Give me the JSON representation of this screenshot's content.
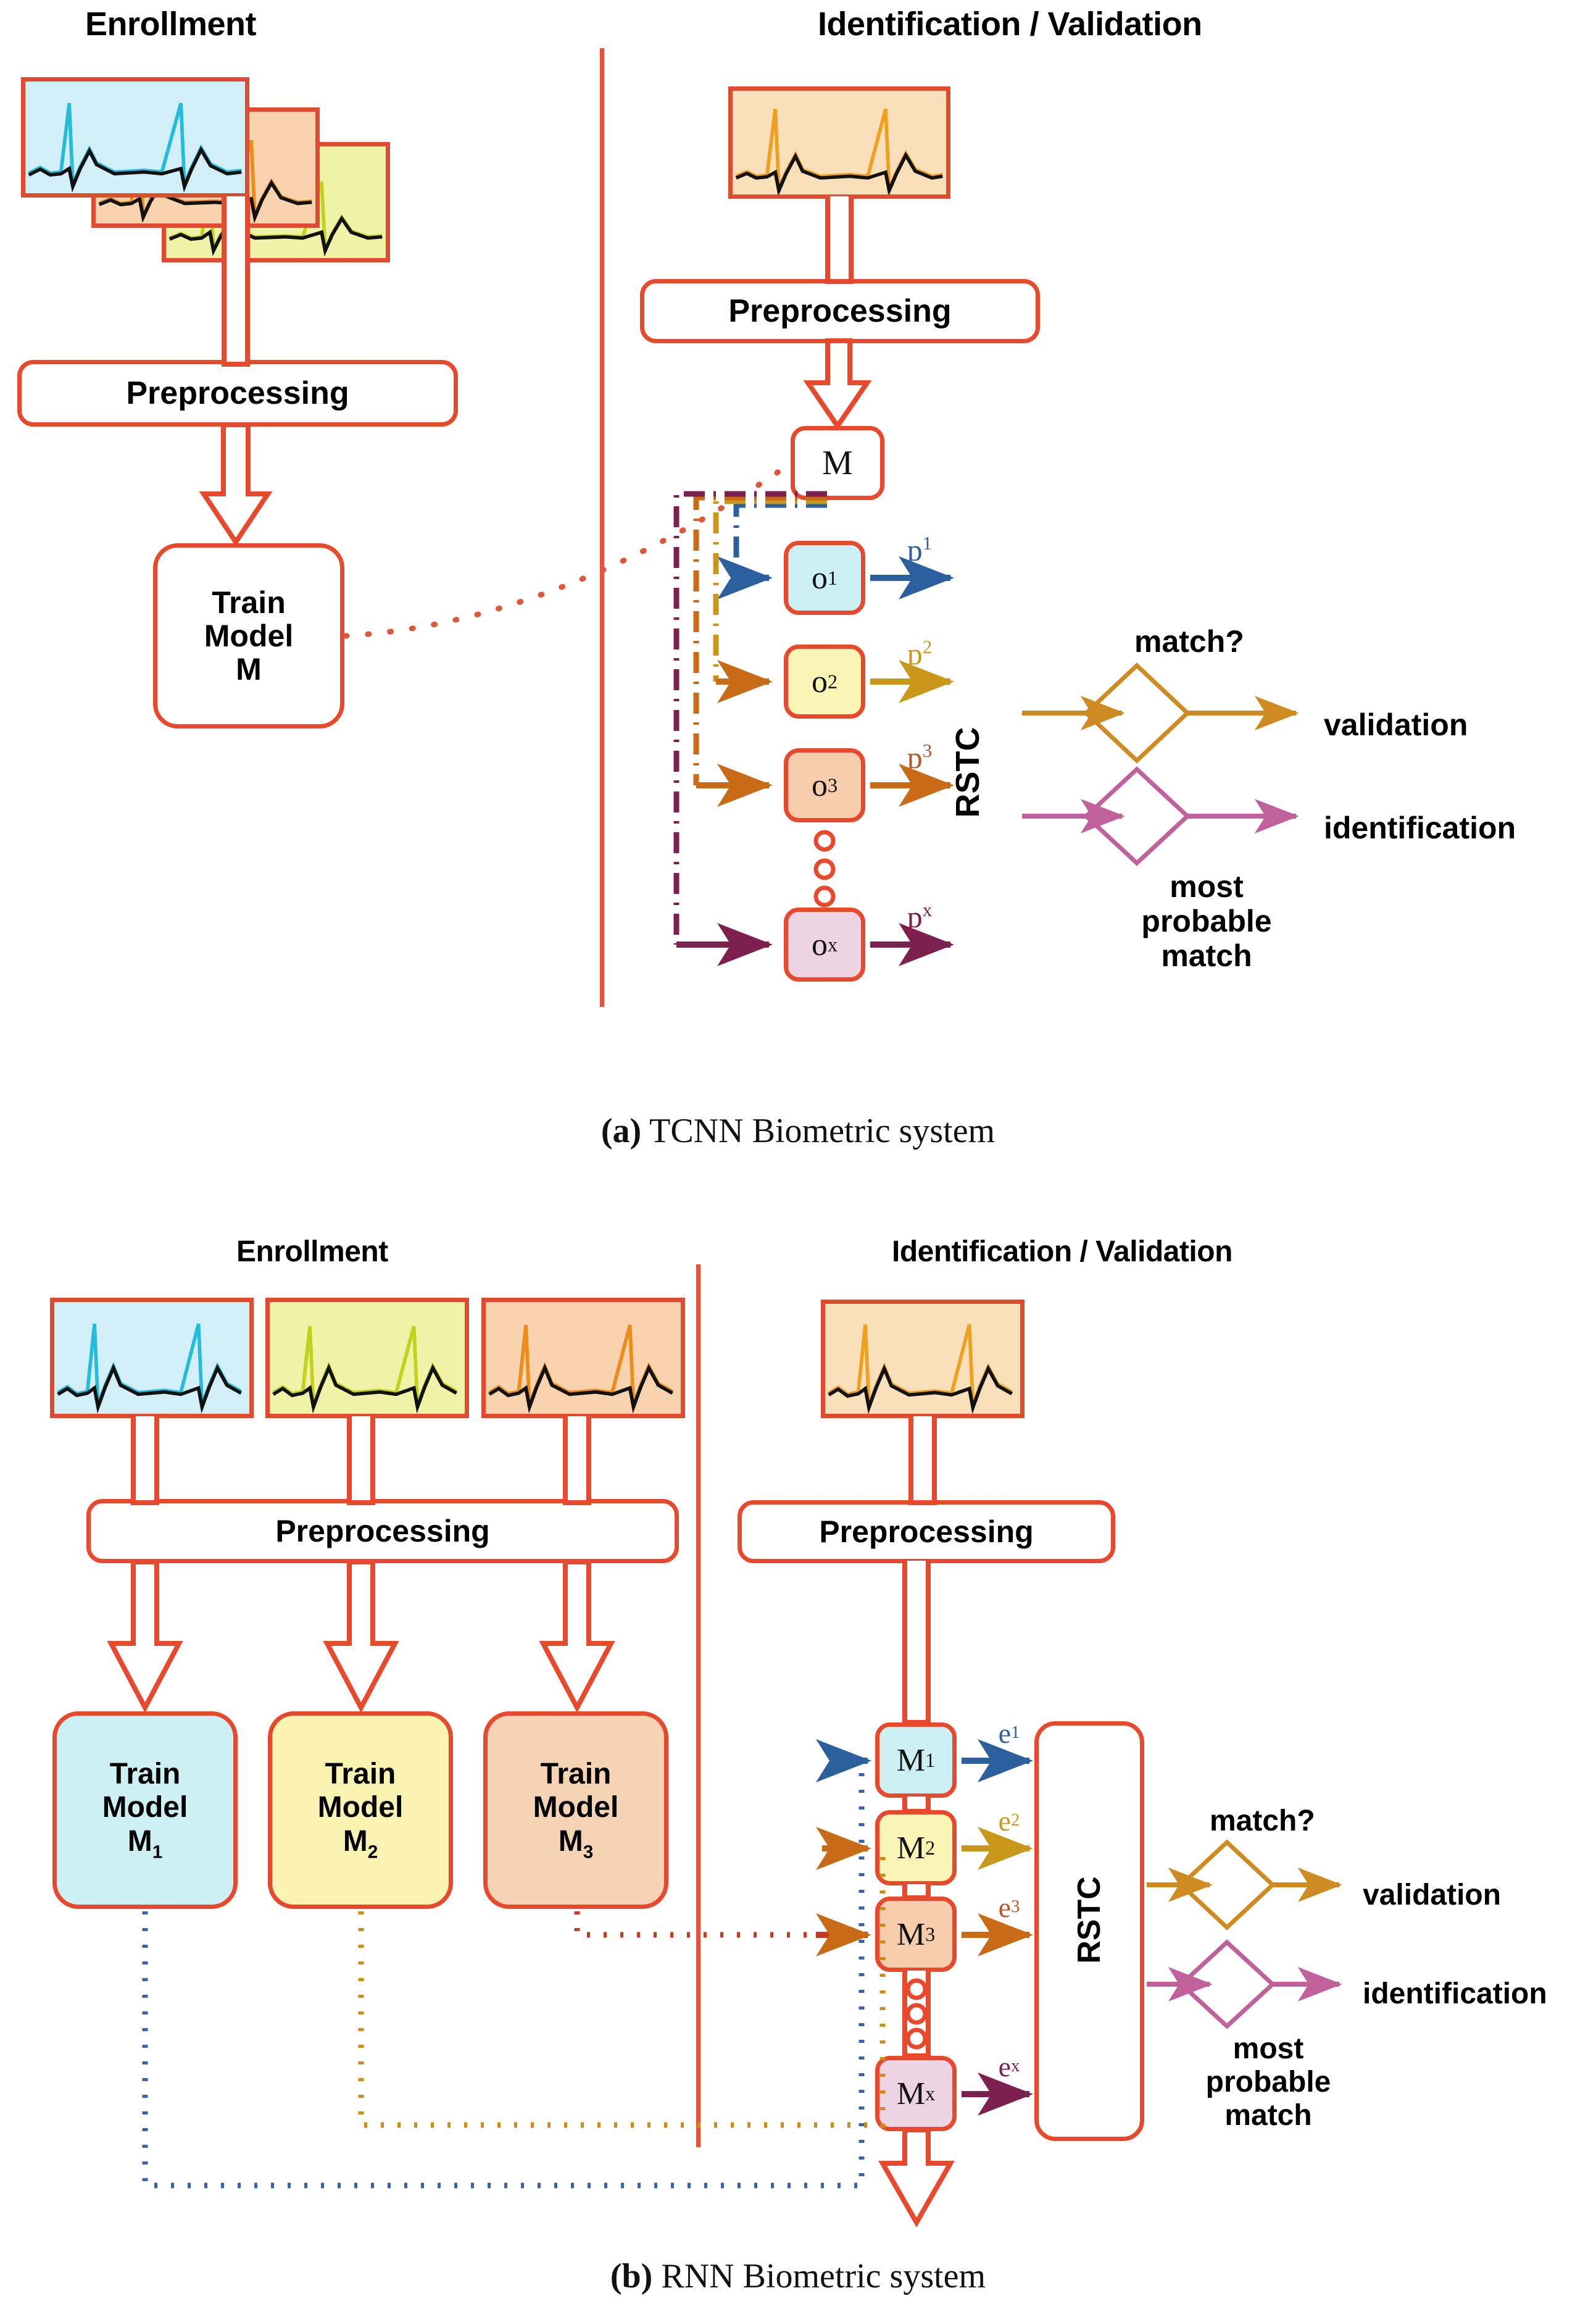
{
  "figure": {
    "panels": [
      {
        "id": "a",
        "caption_prefix": "(a)",
        "caption": " TCNN Biometric system",
        "enrollment_title": "Enrollment",
        "identification_title": "Identification / Validation",
        "preprocessing_label": "Preprocessing",
        "train_model_label": "Train\nModel\nM",
        "train_model_lines": [
          "Train",
          "Model",
          "M"
        ],
        "model_node_label": "M",
        "rstc_label": "RSTC",
        "match_label": "match?",
        "most_probable_lines": [
          "most",
          "probable",
          "match"
        ],
        "validation_label": "validation",
        "identification_label": "identification",
        "outputs": [
          {
            "name": "o",
            "sub": "1",
            "prob": "p",
            "prob_sub": "1",
            "fill": "#cdf0f5",
            "arrow": "#2b5f9e"
          },
          {
            "name": "o",
            "sub": "2",
            "prob": "p",
            "prob_sub": "2",
            "fill": "#fbf5b5",
            "arrow": "#c9971a"
          },
          {
            "name": "o",
            "sub": "3",
            "prob": "p",
            "prob_sub": "3",
            "fill": "#f7cdae",
            "arrow": "#c96a16"
          },
          {
            "name": "o",
            "sub": "x",
            "prob": "p",
            "prob_sub": "x",
            "fill": "#eed3e2",
            "arrow": "#7d2050"
          }
        ],
        "ecg_stack": [
          {
            "fill": "#d2eff8",
            "trace": "#1fb5d8"
          },
          {
            "fill": "#f8d3ae",
            "trace": "#ef8b18"
          },
          {
            "fill": "#f0f2a8",
            "trace": "#c2d11a"
          }
        ],
        "probe_ecg": {
          "fill": "#fadfbb",
          "trace": "#f0a01f"
        }
      },
      {
        "id": "b",
        "caption_prefix": "(b)",
        "caption": " RNN Biometric system",
        "enrollment_title": "Enrollment",
        "identification_title": "Identification / Validation",
        "preprocessing_label": "Preprocessing",
        "rstc_label": "RSTC",
        "match_label": "match?",
        "most_probable_lines": [
          "most",
          "probable",
          "match"
        ],
        "validation_label": "validation",
        "identification_label": "identification",
        "train_models": [
          {
            "lines": [
              "Train",
              "Model",
              "M"
            ],
            "sub": "1",
            "fill": "#cdf0f5",
            "link": "#3a62a8"
          },
          {
            "lines": [
              "Train",
              "Model",
              "M"
            ],
            "sub": "2",
            "fill": "#fbf3b2",
            "link": "#cf8415"
          },
          {
            "lines": [
              "Train",
              "Model",
              "M"
            ],
            "sub": "3",
            "fill": "#f7d3b5",
            "link": "#c43a22"
          }
        ],
        "model_nodes": [
          {
            "name": "M",
            "sub": "1",
            "emb": "e",
            "emb_sub": "1",
            "fill": "#cdf0f5",
            "arrow": "#2b5f9e"
          },
          {
            "name": "M",
            "sub": "2",
            "emb": "e",
            "emb_sub": "2",
            "fill": "#fbf5b5",
            "arrow": "#c9971a"
          },
          {
            "name": "M",
            "sub": "3",
            "emb": "e",
            "emb_sub": "3",
            "fill": "#f7cdae",
            "arrow": "#c96a16"
          },
          {
            "name": "M",
            "sub": "x",
            "emb": "e",
            "emb_sub": "x",
            "fill": "#eed3e2",
            "arrow": "#7d2050"
          }
        ],
        "enroll_ecgs": [
          {
            "fill": "#d2eff8",
            "trace": "#1fb5d8"
          },
          {
            "fill": "#f0f2a8",
            "trace": "#c2d11a"
          },
          {
            "fill": "#f8d3ae",
            "trace": "#ef8b18"
          }
        ],
        "probe_ecg": {
          "fill": "#fadfbb",
          "trace": "#f0a01f"
        }
      }
    ],
    "colors": {
      "flow_red": "#e8492c",
      "divider": "#e8523a",
      "validation_arrow": "#cf8b21",
      "identification_arrow": "#c1619c",
      "dotted_red": "#e0563a"
    }
  }
}
